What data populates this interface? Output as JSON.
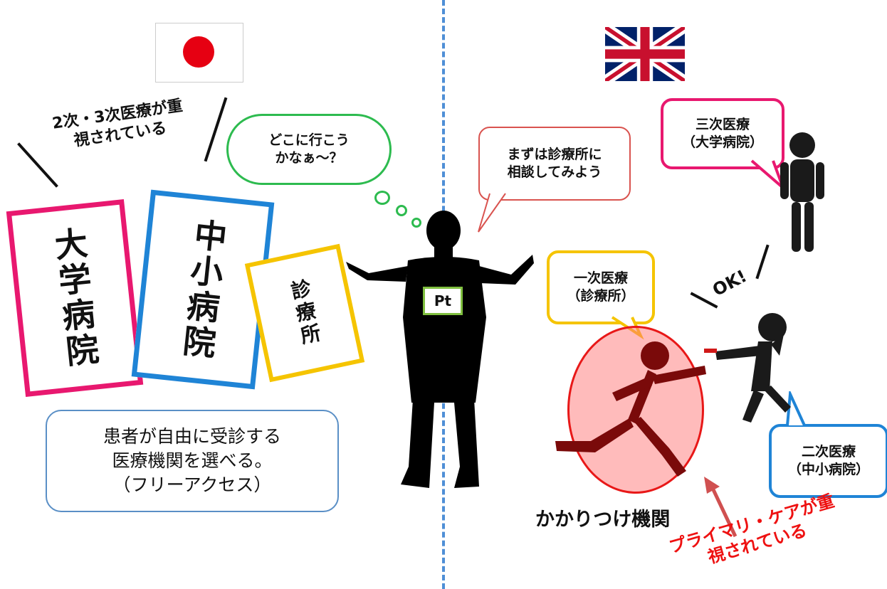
{
  "japan": {
    "flag": "japan-flag",
    "caption": "2次・3次医療が重\n視されている",
    "thought": "どこに行こう\nかなぁ～？",
    "cards": {
      "university": "大学病院",
      "mid": "中小病院",
      "clinic": "診療所"
    },
    "note": "患者が自由に受診する\n医療機関を選べる。\n（フリーアクセス）",
    "patient_badge": "Pt"
  },
  "uk": {
    "flag": "uk-flag",
    "first_speech": "まずは診療所に\n相談してみよう",
    "tertiary": "三次医療\n（大学病院）",
    "primary": "一次医療\n（診療所）",
    "secondary": "二次医療\n（中小病院）",
    "ok": "OK!",
    "family_doctor": "かかりつけ機関",
    "emphasis": "プライマリ・ケアが重\n視されている"
  },
  "colors": {
    "pink": "#e8186f",
    "blue": "#1f84d6",
    "yellow": "#f5c400",
    "green": "#2dbb4f",
    "red": "#e81818",
    "divider": "#4f8fd6"
  }
}
